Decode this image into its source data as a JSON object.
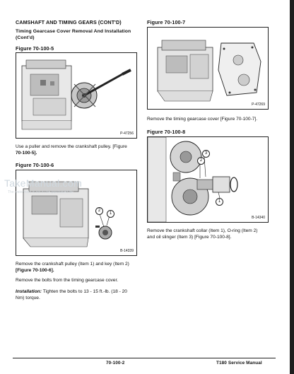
{
  "header": "CAMSHAFT AND TIMING GEARS (CONT'D)",
  "subheading_line1": "Timing Gearcase Cover Removal And Installation",
  "subheading_line2": "(Cont'd)",
  "figures": {
    "f5": {
      "label": "Figure 70-100-5",
      "number": "P-47256"
    },
    "f6": {
      "label": "Figure 70-100-6",
      "number": "B-14339"
    },
    "f7": {
      "label": "Figure 70-100-7",
      "number": "P-47269"
    },
    "f8": {
      "label": "Figure 70-100-8",
      "number": "B-14340"
    }
  },
  "callouts": {
    "one": "1",
    "two": "2",
    "three": "3"
  },
  "paragraphs": {
    "p5_line1": "Use a puller and remove the crankshaft pulley. [Figure",
    "p5_line2": "70-100-5].",
    "p6_line1": "Remove the crankshaft pulley (Item 1) and key (Item 2)",
    "p6_line2": "[Figure 70-100-6].",
    "p6_bolts": "Remove the bolts from the timing gearcase cover.",
    "install_label": "Installation:",
    "install_line1": "Tighten the bolts to 13 - 15 ft.-lb. (18 - 20",
    "install_line2": "Nm) torque.",
    "p7_line1": "Remove the timing gearcase cover [Figure 70-100-7].",
    "p8_line1": "Remove the crankshaft collar (Item 1), O-ring (Item 2)",
    "p8_line2": "and oil slinger (Item 3) [Figure 70-100-8]."
  },
  "watermark": {
    "text": "TakeManual.com",
    "sub": "The watermark is not in the purchased file"
  },
  "footer": {
    "page_number": "70-100-2",
    "manual_title": "T180 Service Manual"
  }
}
